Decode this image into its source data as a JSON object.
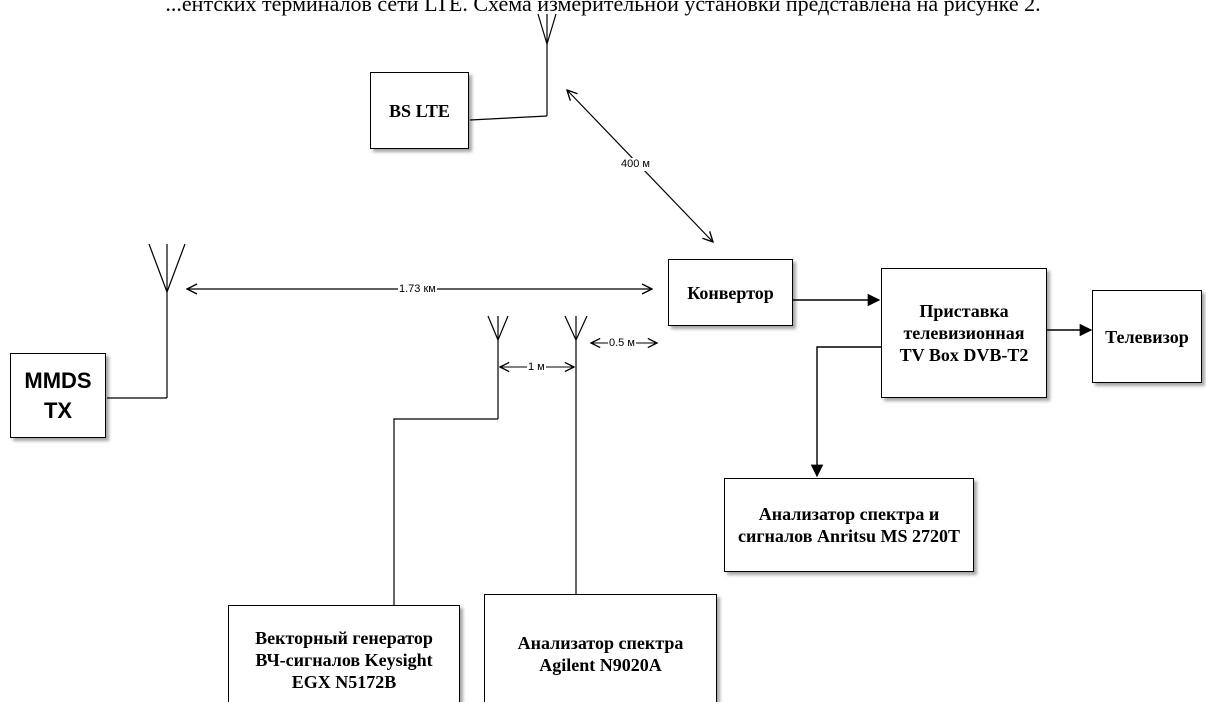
{
  "header": {
    "text": "...ентских терминалов сети LTE. Схема измерительной установки представлена на рисунке 2."
  },
  "blocks": {
    "bs_lte": "BS LTE",
    "mmds_tx": "MMDS\nTX",
    "converter": "Конвертор",
    "tv_box": "Приставка\nтелевизионная\nTV Box DVB-T2",
    "tv": "Телевизор",
    "anritsu": "Анализатор спектра и\nсигналов Anritsu MS 2720T",
    "keysight": "Векторный генератор\nВЧ-сигналов Keysight\nEGX N5172B",
    "agilent": "Анализатор спектра\nAgilent N9020A"
  },
  "distances": {
    "bs_to_converter": "400 м",
    "mmds_to_converter": "1.73 км",
    "generator_to_analyzer": "1 м",
    "analyzer_to_converter": "0.5 м"
  }
}
